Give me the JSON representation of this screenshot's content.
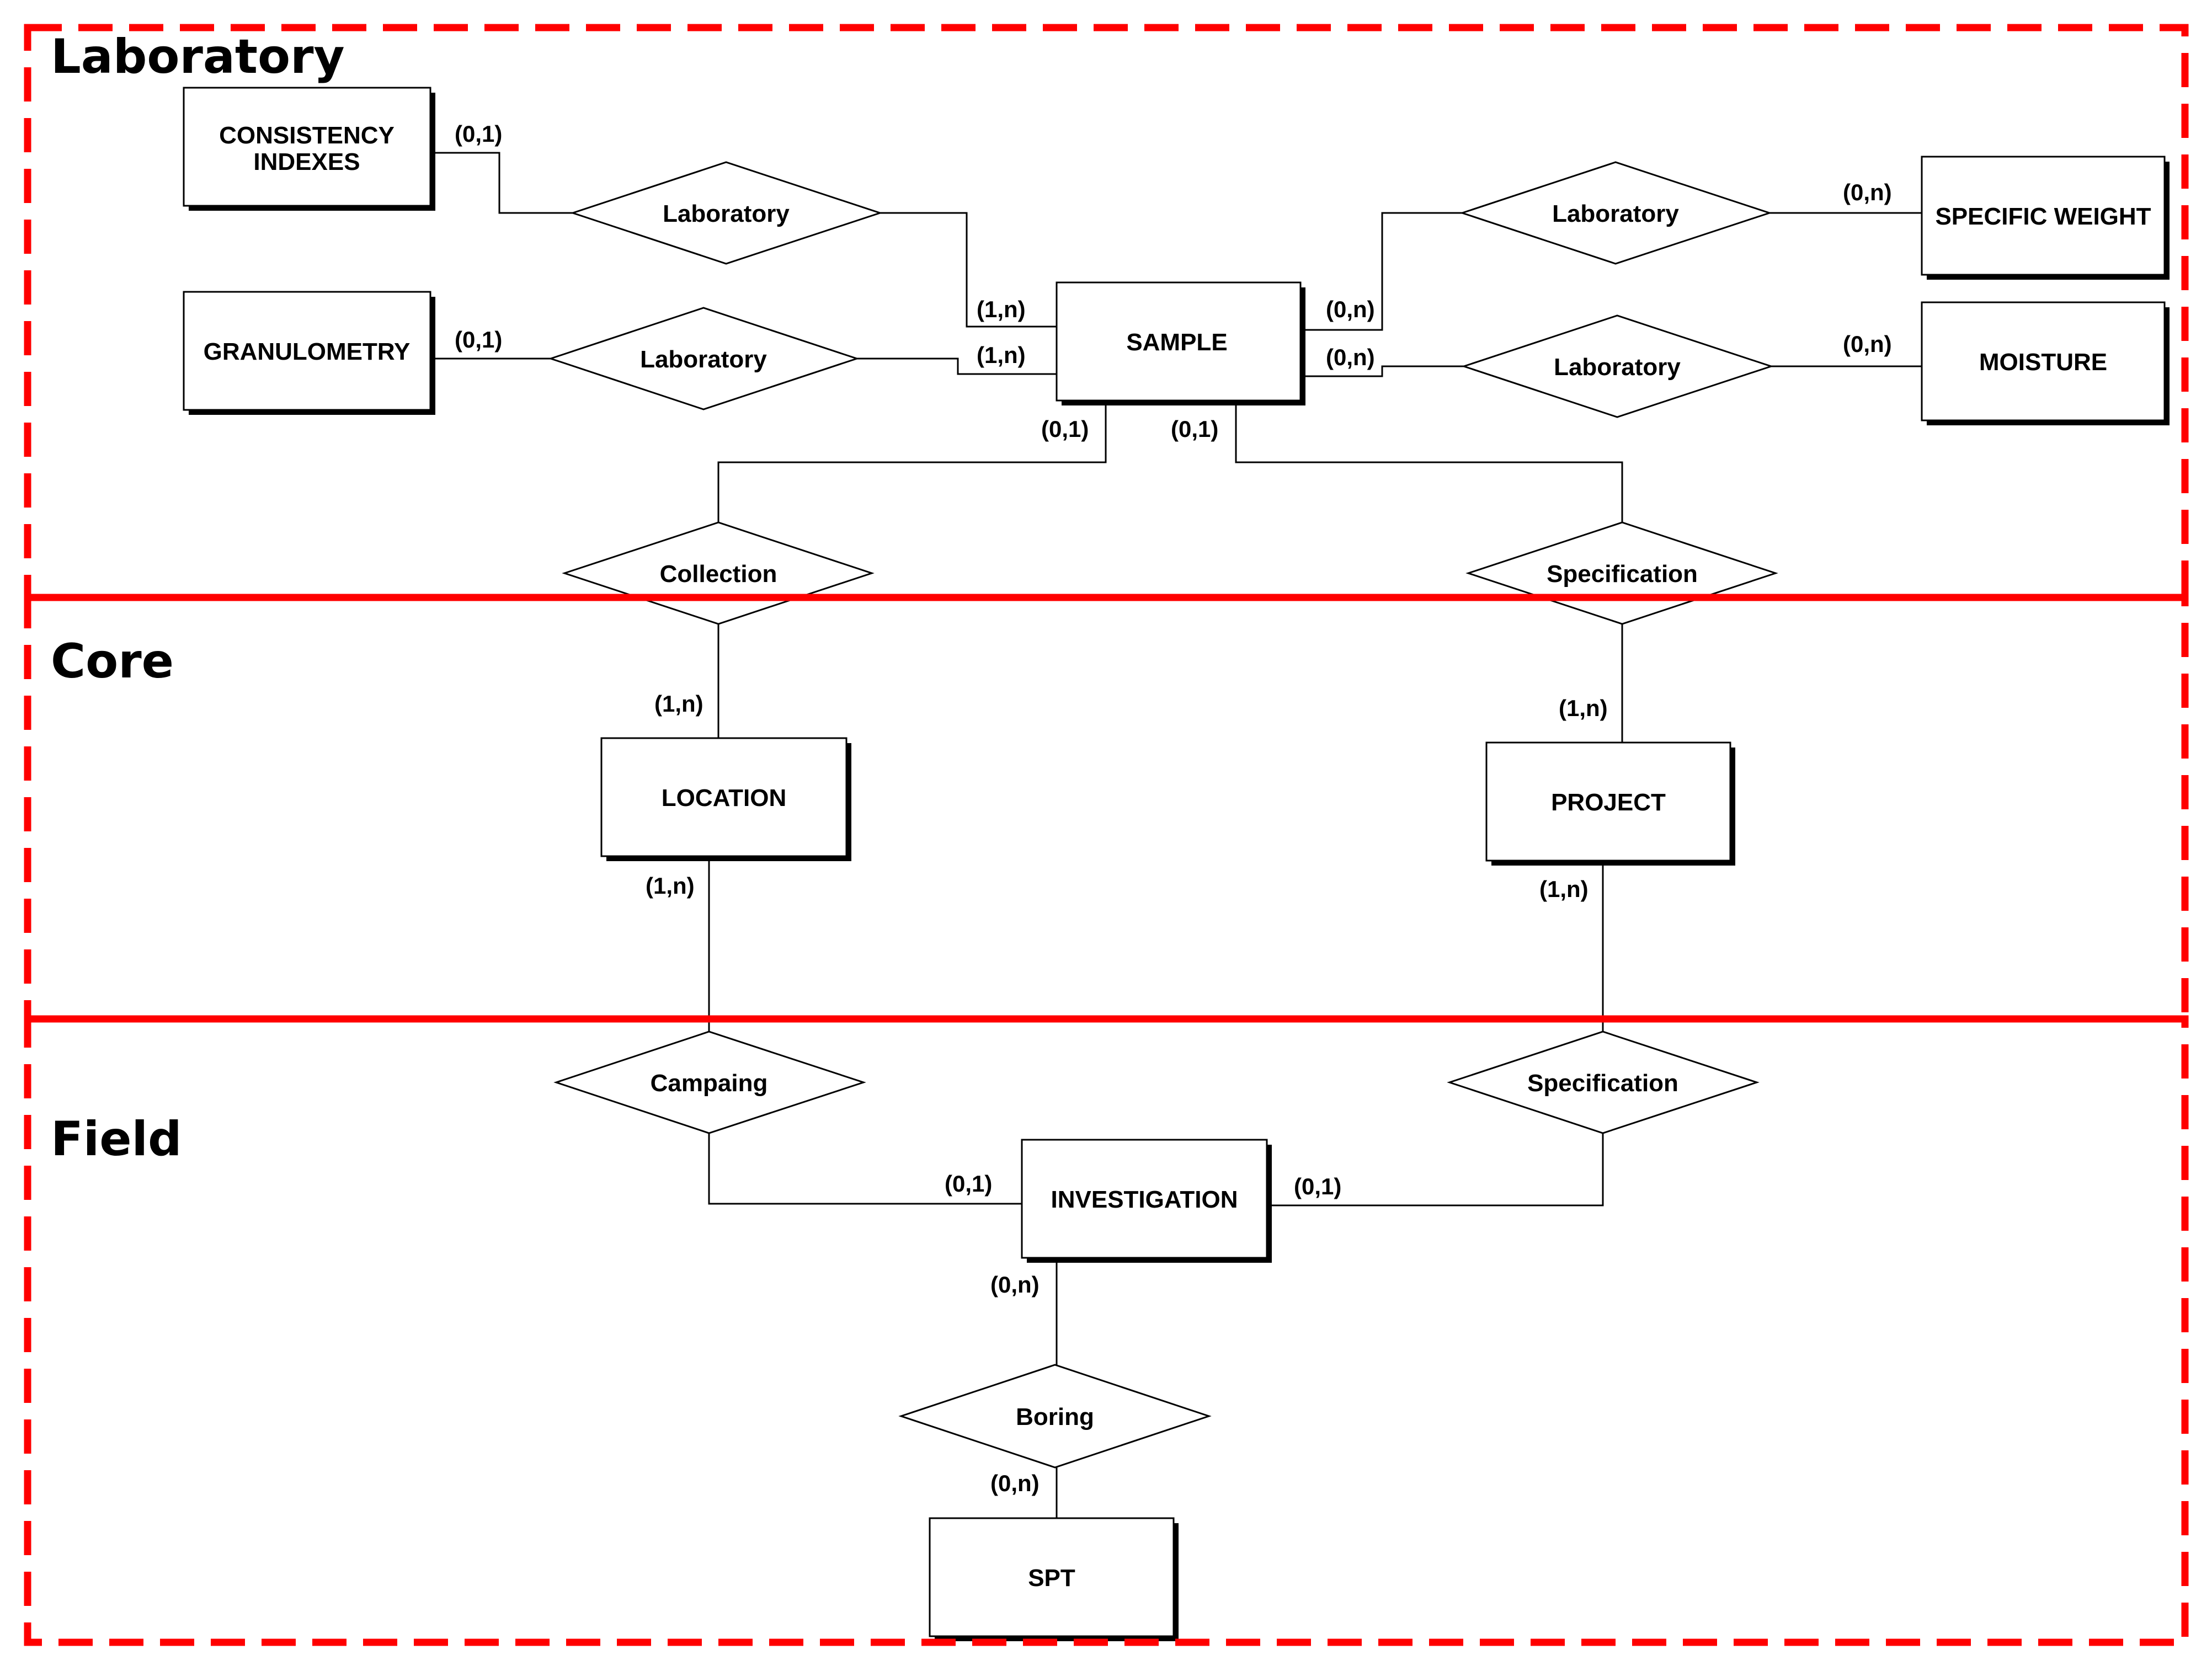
{
  "zones": {
    "laboratory": "Laboratory",
    "core": "Core",
    "field": "Field"
  },
  "entities": {
    "consistency_indexes": [
      "CONSISTENCY",
      "INDEXES"
    ],
    "granulometry": "GRANULOMETRY",
    "sample": "SAMPLE",
    "specific_weight": "SPECIFIC WEIGHT",
    "moisture": "MOISTURE",
    "location": "LOCATION",
    "project": "PROJECT",
    "investigation": "INVESTIGATION",
    "spt": "SPT"
  },
  "relationships": {
    "lab_consistency": "Laboratory",
    "lab_granulometry": "Laboratory",
    "lab_specific_weight": "Laboratory",
    "lab_moisture": "Laboratory",
    "collection": "Collection",
    "specification_core": "Specification",
    "campaing": "Campaing",
    "specification_field": "Specification",
    "boring": "Boring"
  },
  "cardinalities": {
    "consistency_side": "(0,1)",
    "sample_consistency_side": "(1,n)",
    "granulometry_side": "(0,1)",
    "sample_granulometry_side": "(1,n)",
    "sample_specific_weight_side": "(0,n)",
    "specific_weight_side": "(0,n)",
    "sample_moisture_side": "(0,n)",
    "moisture_side": "(0,n)",
    "sample_collection_side": "(0,1)",
    "sample_specification_side": "(0,1)",
    "location_collection_side": "(1,n)",
    "project_specification_side": "(1,n)",
    "location_campaing_side": "(1,n)",
    "project_field_side": "(1,n)",
    "investigation_campaing_side": "(0,1)",
    "investigation_specification_side": "(0,1)",
    "investigation_boring_side": "(0,n)",
    "spt_boring_side": "(0,n)"
  }
}
